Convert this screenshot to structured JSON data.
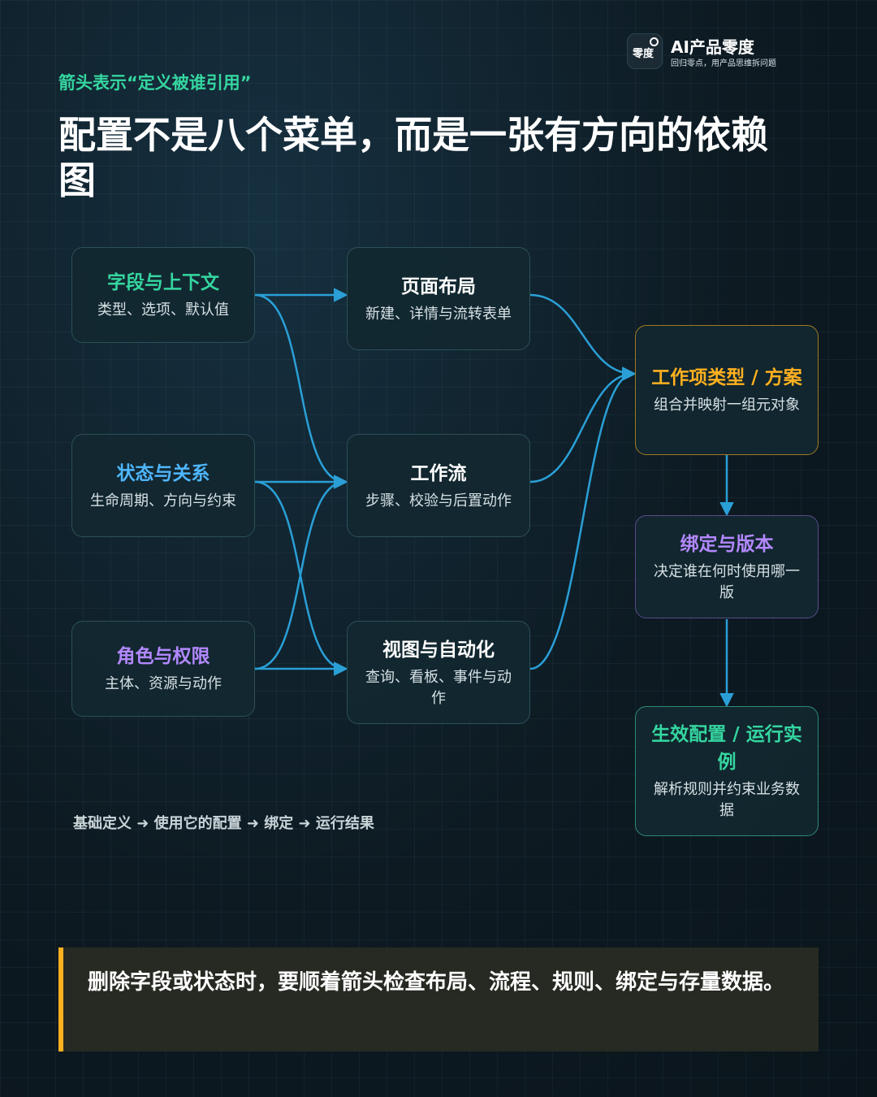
{
  "brand": {
    "logo_text": "零度",
    "name": "AI产品零度",
    "tagline": "回归零点，用产品思维拆问题"
  },
  "kicker": "箭头表示“定义被谁引用”",
  "title": "配置不是八个菜单，而是一张有方向的依赖图",
  "nodes": {
    "fields": {
      "title": "字段与上下文",
      "desc": "类型、选项、默认值"
    },
    "states": {
      "title": "状态与关系",
      "desc": "生命周期、方向与约束"
    },
    "roles": {
      "title": "角色与权限",
      "desc": "主体、资源与动作"
    },
    "layout": {
      "title": "页面布局",
      "desc": "新建、详情与流转表单"
    },
    "workflow": {
      "title": "工作流",
      "desc": "步骤、校验与后置动作"
    },
    "views": {
      "title": "视图与自动化",
      "desc": "查询、看板、事件与动作"
    },
    "scheme": {
      "title": "工作项类型 / 方案",
      "desc": "组合并映射一组元对象"
    },
    "binding": {
      "title": "绑定与版本",
      "desc": "决定谁在何时使用哪一版"
    },
    "runtime": {
      "title": "生效配置 / 运行实例",
      "desc": "解析规则并约束业务数据"
    }
  },
  "legend": "基础定义 ➜ 使用它的配置 ➜ 绑定 ➜ 运行结果",
  "note": "删除字段或状态时，要顺着箭头检查布局、流程、规则、绑定与存量数据。",
  "colors": {
    "accent_green": "#35d6a0",
    "accent_blue": "#4fb6ff",
    "accent_purple": "#b388ff",
    "accent_amber": "#ffb020",
    "link": "#2a9fd6"
  }
}
